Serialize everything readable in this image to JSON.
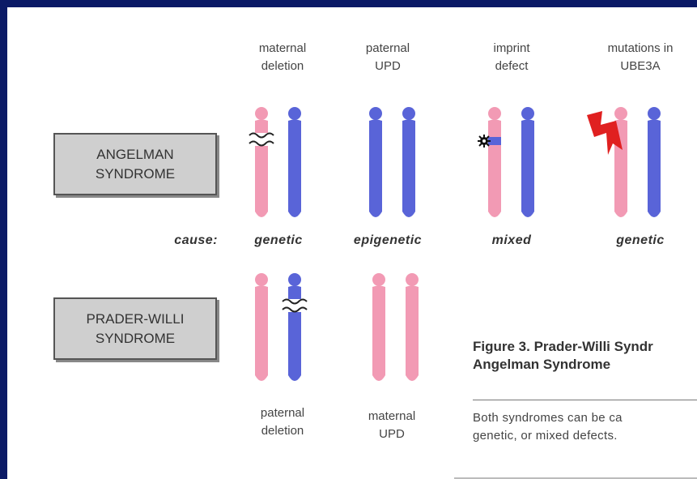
{
  "colors": {
    "maternal": "#f29ab4",
    "paternal": "#5964d8",
    "background": "#0b1a66"
  },
  "headers": {
    "maternal_deletion": "maternal\ndeletion",
    "paternal_upd": "paternal\nUPD",
    "imprint_defect": "imprint\ndefect",
    "mutations": "mutations in\nUBE3A"
  },
  "syndromes": {
    "angelman": "ANGELMAN\nSYNDROME",
    "prader_willi": "PRADER-WILLI\nSYNDROME"
  },
  "cause": {
    "label": "cause:",
    "values": [
      "genetic",
      "epigenetic",
      "mixed",
      "genetic"
    ]
  },
  "footers": {
    "paternal_deletion": "paternal\ndeletion",
    "maternal_upd": "maternal\nUPD"
  },
  "caption": {
    "title": "Figure 3. Prader-Willi Syndr\nAngelman Syndrome",
    "body": "Both  syndromes  can  be  ca\ngenetic, or mixed defects."
  },
  "icons": [
    "deletion-wave-icon",
    "imprint-star-icon",
    "lightning-mutation-icon"
  ]
}
